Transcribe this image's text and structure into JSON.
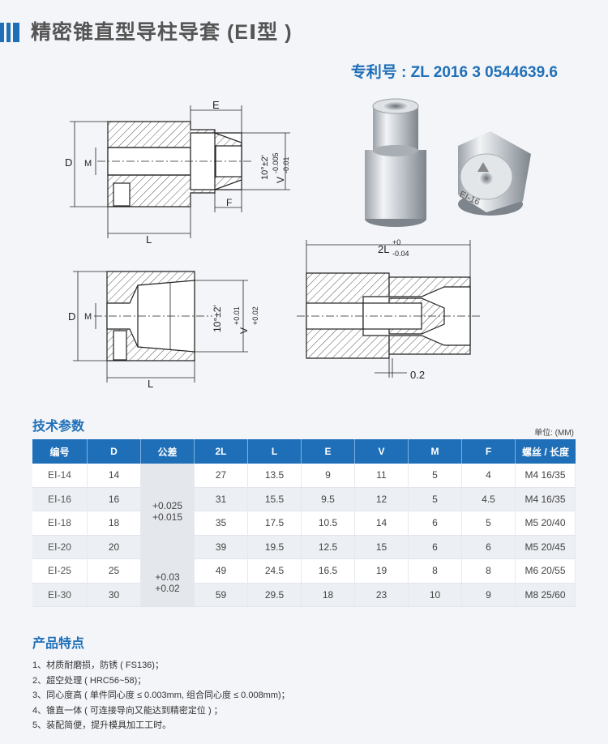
{
  "header": {
    "title": "精密锥直型导柱导套 (EⅠ型 )",
    "patent": "专利号 : ZL 2016 3 0544639.6"
  },
  "drawing_labels": {
    "E": "E",
    "D": "D",
    "M": "M",
    "L": "L",
    "F": "F",
    "angle": "10°±2'",
    "V_top": "V",
    "V_top_sup": "-0.005",
    "V_top_sub": "-0.01",
    "V_bottom": "V",
    "V_bottom_sup": "+0.01",
    "V_bottom_sub": "+0.02",
    "twoL": "2L",
    "twoL_sup": "+0",
    "twoL_sub": "-0.04",
    "gap": "0.2",
    "part_marking": "EI-16"
  },
  "params": {
    "title": "技术参数",
    "unit": "单位: (MM)",
    "headers": [
      "编号",
      "D",
      "公差",
      "2L",
      "L",
      "E",
      "V",
      "M",
      "F",
      "螺丝 / 长度"
    ],
    "rows": [
      {
        "code": "EⅠ-14",
        "D": "14",
        "twoL": "27",
        "L": "13.5",
        "E": "9",
        "V": "11",
        "M": "5",
        "F": "4",
        "screw": "M4 16/35"
      },
      {
        "code": "EⅠ-16",
        "D": "16",
        "twoL": "31",
        "L": "15.5",
        "E": "9.5",
        "V": "12",
        "M": "5",
        "F": "4.5",
        "screw": "M4 16/35"
      },
      {
        "code": "EⅠ-18",
        "D": "18",
        "twoL": "35",
        "L": "17.5",
        "E": "10.5",
        "V": "14",
        "M": "6",
        "F": "5",
        "screw": "M5 20/40"
      },
      {
        "code": "EⅠ-20",
        "D": "20",
        "twoL": "39",
        "L": "19.5",
        "E": "12.5",
        "V": "15",
        "M": "6",
        "F": "6",
        "screw": "M5 20/45"
      },
      {
        "code": "EⅠ-25",
        "D": "25",
        "twoL": "49",
        "L": "24.5",
        "E": "16.5",
        "V": "19",
        "M": "8",
        "F": "8",
        "screw": "M6 20/55"
      },
      {
        "code": "EⅠ-30",
        "D": "30",
        "twoL": "59",
        "L": "29.5",
        "E": "18",
        "V": "23",
        "M": "10",
        "F": "9",
        "screw": "M8 25/60"
      }
    ],
    "tolerance_groups": [
      {
        "upper": "+0.025",
        "lower": "+0.015"
      },
      {
        "upper": "+0.03",
        "lower": "+0.02"
      }
    ]
  },
  "features": {
    "title": "产品特点",
    "items": [
      "1、材质耐磨损，防锈 ( FS136)；",
      "2、超空处理 ( HRC56~58)；",
      "3、同心度高 ( 单件同心度 ≤ 0.003mm, 组合同心度 ≤ 0.008mm)；",
      "4、锥直一体 ( 可连接导向又能达到精密定位 ) ；",
      "5、装配简便，提升模具加工工时。"
    ]
  },
  "colors": {
    "accent": "#1f6fb8",
    "table_header": "#1f6fb8"
  }
}
